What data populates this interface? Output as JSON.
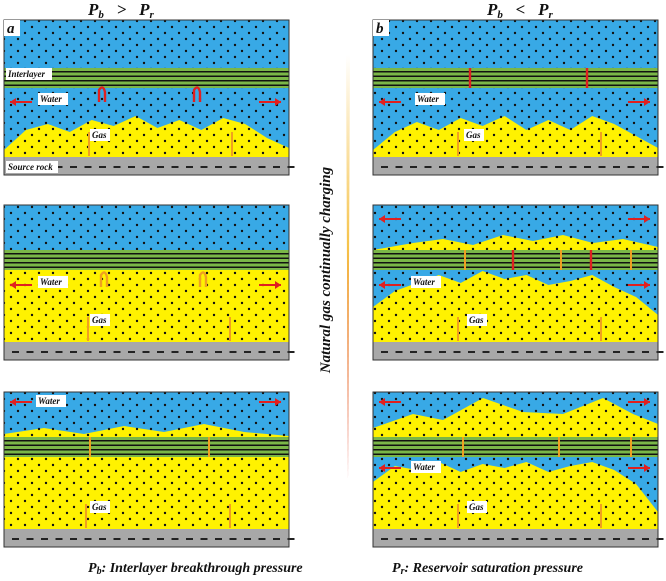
{
  "header": {
    "left": {
      "p1": "P",
      "s1": "b",
      "op": ">",
      "p2": "P",
      "s2": "r"
    },
    "right": {
      "p1": "P",
      "s1": "b",
      "op": "<",
      "p2": "P",
      "s2": "r"
    }
  },
  "panel_labels": {
    "a": "a",
    "b": "b"
  },
  "labels": {
    "interlayer": "Interlayer",
    "water": "Water",
    "gas": "Gas",
    "source_rock": "Source rock"
  },
  "center_caption": "Natural gas continually charging",
  "legend": {
    "pb_symbol": "P",
    "pb_sub": "b",
    "pb_text": ": Interlayer breakthrough pressure",
    "pr_symbol": "P",
    "pr_sub": "r",
    "pr_text": ": Reservoir saturation pressure"
  },
  "colors": {
    "water": "#38a9e6",
    "gas": "#fff200",
    "interlayer": "#7ab648",
    "source_rock": "#a8a8a8",
    "breakthrough_arrow": "#e02020",
    "migration_arrow": "#f0a020"
  }
}
